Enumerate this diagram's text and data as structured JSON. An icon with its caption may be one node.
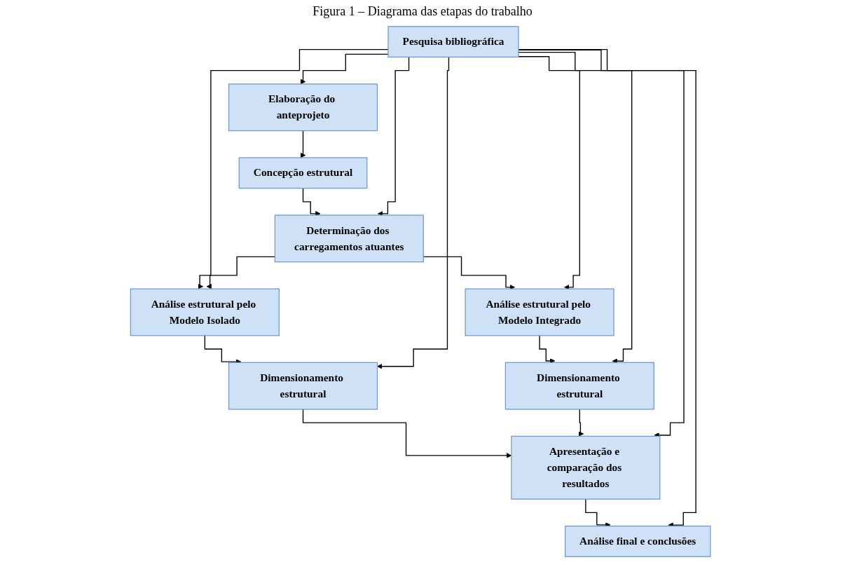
{
  "diagram": {
    "title": "Figura 1 – Diagrama das etapas do trabalho",
    "nodes": [
      {
        "text": [
          "Pesquisa bibliográfica"
        ]
      },
      {
        "text": [
          "Elaboração do anteprojeto"
        ]
      },
      {
        "text": [
          "Concepção estrutural"
        ]
      },
      {
        "text": [
          "Determinação dos carregamentos atuantes"
        ]
      },
      {
        "text": [
          "Análise estrutural pelo Modelo Isolado"
        ]
      },
      {
        "text": [
          "Análise estrutural pelo Modelo Integrado"
        ]
      },
      {
        "text": [
          "Dimensionamento estrutural"
        ]
      },
      {
        "text": [
          "Dimensionamento estrutural"
        ]
      },
      {
        "text": [
          "Apresentação e comparação dos resultados"
        ]
      },
      {
        "text": [
          "Análise final e conclusões"
        ]
      }
    ],
    "edges": [
      {
        "from": 0,
        "to": 1,
        "arrow": "to"
      },
      {
        "from": 1,
        "to": 2,
        "arrow": "to"
      },
      {
        "from": 2,
        "to": 3,
        "arrow": "to"
      },
      {
        "from": 3,
        "to": 4,
        "arrow": "to"
      },
      {
        "from": 3,
        "to": 5,
        "arrow": "to"
      },
      {
        "from": 4,
        "to": 6,
        "arrow": "to"
      },
      {
        "from": 5,
        "to": 7,
        "arrow": "to"
      },
      {
        "from": 6,
        "to": 8,
        "arrow": "to"
      },
      {
        "from": 7,
        "to": 8,
        "arrow": "to"
      },
      {
        "from": 8,
        "to": 9,
        "arrow": "to"
      },
      {
        "from": 0,
        "to": 3,
        "arrow": "to"
      },
      {
        "from": 0,
        "to": 4,
        "arrow": "to"
      },
      {
        "from": 0,
        "to": 6,
        "arrow": "to"
      },
      {
        "from": 0,
        "to": 8,
        "arrow": "to"
      },
      {
        "from": 0,
        "to": 9,
        "arrow": "to"
      },
      {
        "from": 0,
        "to": 5,
        "arrow": "to"
      },
      {
        "from": 0,
        "to": 7,
        "arrow": "to"
      }
    ]
  }
}
